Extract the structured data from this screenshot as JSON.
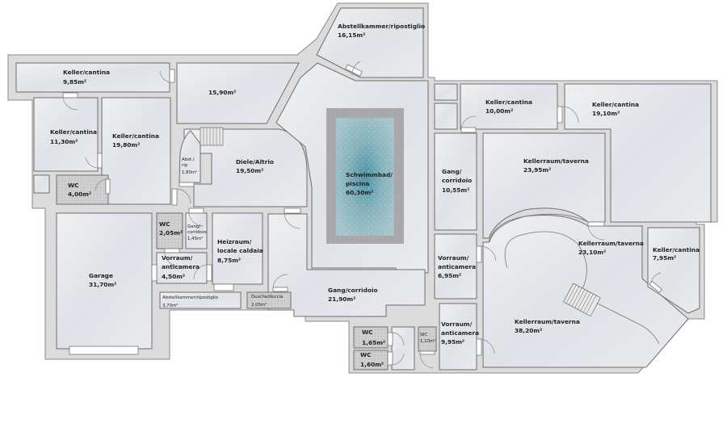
{
  "plan": {
    "colors": {
      "wall": "#dcdcdc",
      "wall_outline": "#8a8a8a",
      "room_fill": "#e6e8ec",
      "wet_fill": "#cfcfcf",
      "pool_water": "#8fb6bf",
      "pool_border": "#a9a9ab",
      "label": "#222222"
    },
    "rooms": [
      {
        "id": "keller-9-85",
        "name": "Keller/cantina",
        "area": "9,85m²"
      },
      {
        "id": "keller-11-30",
        "name": "Keller/cantina",
        "area": "11,30m²"
      },
      {
        "id": "keller-19-80",
        "name": "Keller/cantina",
        "area": "19,80m²"
      },
      {
        "id": "wc-4-00",
        "name": "WC",
        "area": "4,00m²"
      },
      {
        "id": "room-15-90",
        "name": "",
        "area": "15,90m²"
      },
      {
        "id": "abst-rip",
        "name": "Abst./ rip",
        "area": "1,80m²"
      },
      {
        "id": "diele",
        "name": "Diele/Altrio",
        "area": "19,50m²"
      },
      {
        "id": "abstellkammer-16-15",
        "name": "Abstellkammer/ripostiglio",
        "area": "16,15m²"
      },
      {
        "id": "schwimmbad",
        "name": "Schwimmbad/ piscina",
        "area": "60,30m²"
      },
      {
        "id": "keller-10-00",
        "name": "Keller/cantina",
        "area": "10,00m²"
      },
      {
        "id": "keller-19-10",
        "name": "Keller/cantina",
        "area": "19,10m²"
      },
      {
        "id": "gang-10-55",
        "name": "Gang/ corridoio",
        "area": "10,55m²"
      },
      {
        "id": "kellerraum-23-95",
        "name": "Kellerraum/taverna",
        "area": "23,95m²"
      },
      {
        "id": "garage",
        "name": "Garage",
        "area": "31,70m²"
      },
      {
        "id": "wc-2-05",
        "name": "WC",
        "area": "2,05m²"
      },
      {
        "id": "gang-1-45",
        "name": "Gang/ corridoio",
        "area": "1,45m²"
      },
      {
        "id": "vorraum-4-50",
        "name": "Vorraum/ anticamera",
        "area": "4,50m²"
      },
      {
        "id": "heizraum",
        "name": "Heizraum/ locale caldaia",
        "area": "8,75m²"
      },
      {
        "id": "abstellkammer-3-70",
        "name": "Abstellkammer/ripostiglio",
        "area": "3,70m²"
      },
      {
        "id": "dusche",
        "name": "Dusche/doccia",
        "area": "2,05m²"
      },
      {
        "id": "gang-21-90",
        "name": "Gang/corridoio",
        "area": "21,90m²"
      },
      {
        "id": "vorraum-6-95",
        "name": "Vorraum/ anticamera",
        "area": "6,95m²"
      },
      {
        "id": "kellerraum-23-10",
        "name": "Kellerraum/taverna",
        "area": "23,10m²"
      },
      {
        "id": "keller-7-95",
        "name": "Keller/cantina",
        "area": "7,95m²"
      },
      {
        "id": "wc-1-65",
        "name": "WC",
        "area": "1,65m²"
      },
      {
        "id": "wc-1-60",
        "name": "WC",
        "area": "1,60m²"
      },
      {
        "id": "wc-1-10",
        "name": "WC",
        "area": "1,10m²"
      },
      {
        "id": "vorraum-9-95",
        "name": "Vorraum/ anticamera",
        "area": "9,95m²"
      },
      {
        "id": "kellerraum-38-20",
        "name": "Kellerraum/taverna",
        "area": "38,20m²"
      }
    ]
  }
}
